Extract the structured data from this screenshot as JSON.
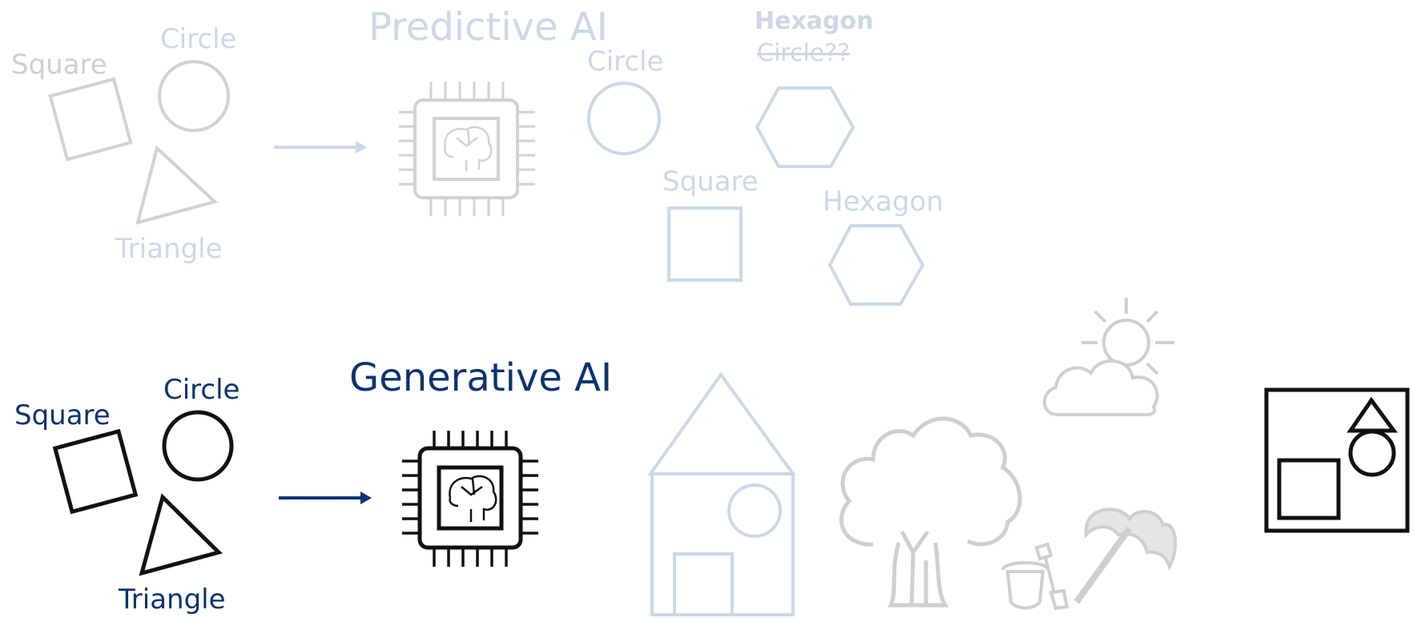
{
  "predictive": {
    "title": "Predictive AI",
    "inputs": {
      "square": "Square",
      "circle": "Circle",
      "triangle": "Triangle"
    },
    "outputs": {
      "circle": "Circle",
      "hexagon_correct": "Hexagon",
      "hexagon_wrong": "Circle??",
      "square": "Square",
      "hexagon": "Hexagon"
    }
  },
  "generative": {
    "title": "Generative AI",
    "inputs": {
      "square": "Square",
      "circle": "Circle",
      "triangle": "Triangle"
    }
  },
  "icons": [
    "shapes-input-icon",
    "arrow-icon",
    "ai-chip-brain-icon",
    "house-icon",
    "tree-icon",
    "sun-cloud-icon",
    "beach-umbrella-bucket-icon",
    "composed-shapes-frame-icon"
  ],
  "colors": {
    "navy": "#0c3370",
    "faded_blue": "#ccd8e8",
    "faded_gray": "#cfcfcf",
    "black": "#111111"
  }
}
